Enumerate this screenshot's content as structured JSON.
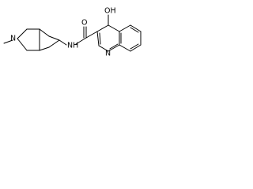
{
  "structure": {
    "atoms": {
      "amine_nitrogen": "N",
      "methyl": "—",
      "amide_nitrogen": "NH",
      "amide_oxygen": "O",
      "hydroxyl": "OH",
      "ring_nitrogen": "N"
    },
    "colors": {
      "bond": "#000000",
      "label": "#000000",
      "background": "#ffffff"
    }
  }
}
